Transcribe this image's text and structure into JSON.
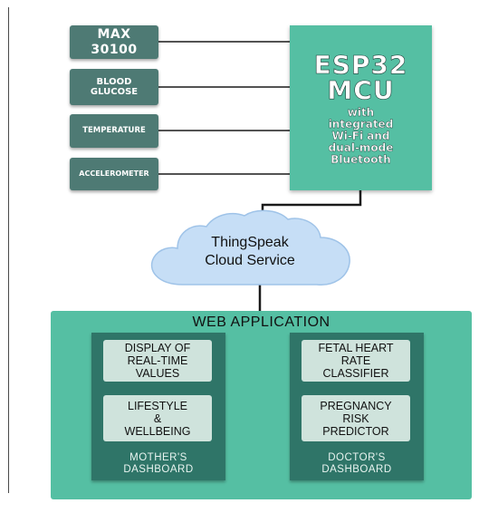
{
  "sensors": [
    {
      "label": "MAX\n30100"
    },
    {
      "label": "BLOOD\nGLUCOSE"
    },
    {
      "label": "TEMPERATURE"
    },
    {
      "label": "ACCELEROMETER"
    }
  ],
  "mcu": {
    "title": "ESP32\nMCU",
    "subtitle": "with\nintegrated\nWi-Fi and\ndual-mode\nBluetooth"
  },
  "cloud": {
    "label": "ThingSpeak\nCloud Service"
  },
  "web_application": {
    "title": "WEB APPLICATION",
    "dashboards": [
      {
        "label": "MOTHER'S\nDASHBOARD",
        "features": [
          "DISPLAY OF\nREAL-TIME\nVALUES",
          "LIFESTYLE\n&\nWELLBEING"
        ]
      },
      {
        "label": "DOCTOR'S\nDASHBOARD",
        "features": [
          "FETAL HEART\nRATE\nCLASSIFIER",
          "PREGNANCY\nRISK\nPREDICTOR"
        ]
      }
    ]
  },
  "colors": {
    "sensor_box": "#4e7a74",
    "mcu_box": "#55bfa3",
    "cloud_fill": "#c6def6",
    "cloud_stroke": "#9fc3e8",
    "web_app_box": "#55bfa3",
    "dashboard_box": "#2f7568",
    "feature_box": "#cfe3dc",
    "connector": "#1a1a1a"
  }
}
